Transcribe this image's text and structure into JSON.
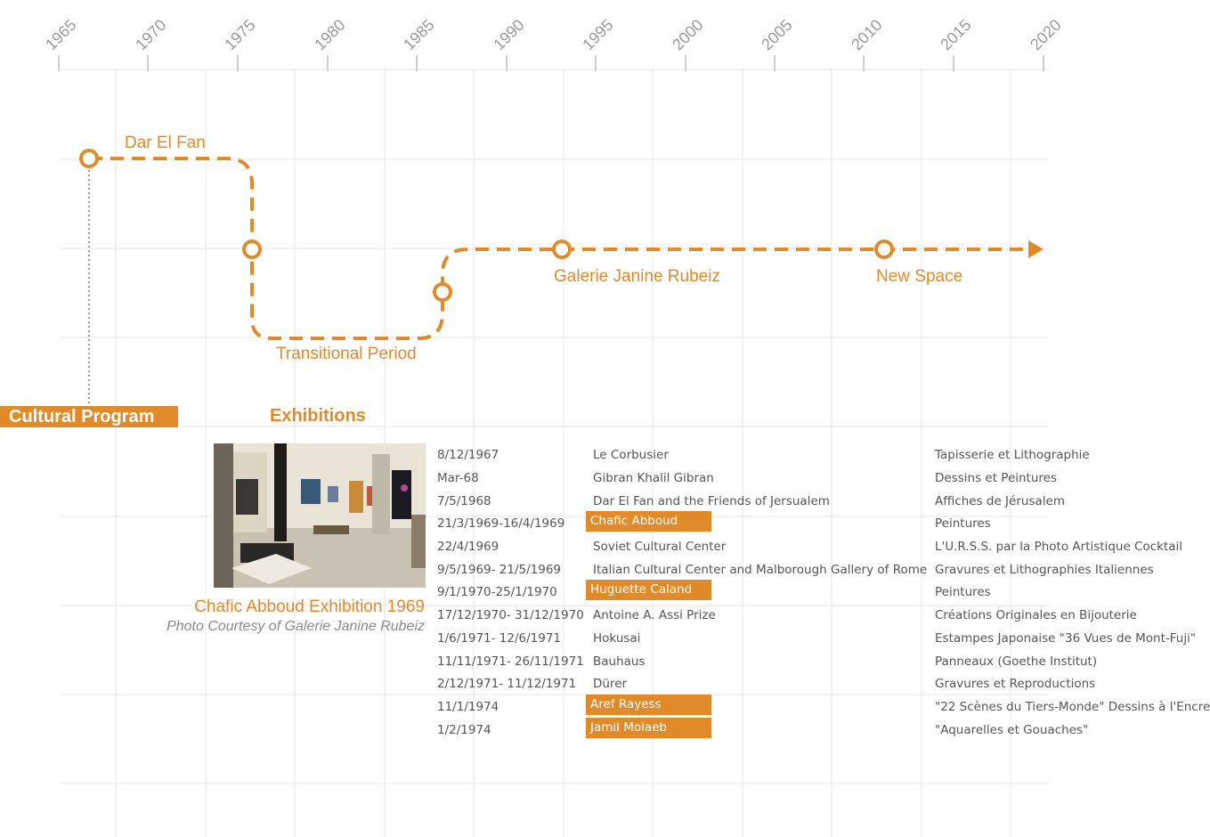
{
  "colors": {
    "accent": "#e08a2a",
    "grid": "#e6e6e6",
    "text": "#555555",
    "muted": "#9a9a9a"
  },
  "timeline": {
    "years": [
      "1965",
      "1970",
      "1975",
      "1980",
      "1985",
      "1990",
      "1995",
      "2000",
      "2005",
      "2010",
      "2015",
      "2020"
    ],
    "phases": [
      {
        "label": "Dar El Fan",
        "start_year": 1966.6
      },
      {
        "label": "Transitional Period",
        "start_year": 1975.7
      },
      {
        "label": "Galerie Janine Rubeiz",
        "start_year": 1993.2
      },
      {
        "label": "New Space",
        "start_year": 2011.2
      }
    ]
  },
  "sections": {
    "cultural_program": "Cultural Program",
    "exhibitions": "Exhibitions"
  },
  "photo": {
    "caption": "Chafic Abboud Exhibition 1969",
    "credit": "Photo Courtesy of Galerie Janine Rubeiz"
  },
  "exhibitions": [
    {
      "date": "8/12/1967",
      "artist": "Le Corbusier",
      "title": "Tapisserie et Lithographie",
      "highlight": false
    },
    {
      "date": "Mar-68",
      "artist": "Gibran Khalil Gibran",
      "title": "Dessins et Peintures",
      "highlight": false
    },
    {
      "date": "7/5/1968",
      "artist": "Dar El Fan and the Friends of Jersualem",
      "title": "Affiches de Jérusalem",
      "highlight": false
    },
    {
      "date": "21/3/1969-16/4/1969",
      "artist": "Chafic Abboud",
      "title": "Peintures",
      "highlight": true
    },
    {
      "date": "22/4/1969",
      "artist": "Soviet Cultural Center",
      "title": "L'U.R.S.S. par la Photo Artistique Cocktail",
      "highlight": false
    },
    {
      "date": "9/5/1969- 21/5/1969",
      "artist": "Italian Cultural Center and Malborough Gallery of Rome",
      "title": "Gravures et Lithographies Italiennes",
      "highlight": false
    },
    {
      "date": "9/1/1970-25/1/1970",
      "artist": "Huguette Caland",
      "title": "Peintures",
      "highlight": true
    },
    {
      "date": "17/12/1970- 31/12/1970",
      "artist": "Antoine A. Assi Prize",
      "title": "Créations Originales en Bijouterie",
      "highlight": false
    },
    {
      "date": "1/6/1971- 12/6/1971",
      "artist": "Hokusai",
      "title": "Estampes Japonaise \"36 Vues de Mont-Fuji\"",
      "highlight": false
    },
    {
      "date": "11/11/1971- 26/11/1971",
      "artist": "Bauhaus",
      "title": "Panneaux (Goethe Institut)",
      "highlight": false
    },
    {
      "date": "2/12/1971- 11/12/1971",
      "artist": "Dürer",
      "title": "Gravures et Reproductions",
      "highlight": false
    },
    {
      "date": "11/1/1974",
      "artist": "Aref Rayess",
      "title": "\"22 Scènes du Tiers-Monde\" Dessins à l'Encre",
      "highlight": true
    },
    {
      "date": "1/2/1974",
      "artist": "Jamil Molaeb",
      "title": "\"Aquarelles et Gouaches\"",
      "highlight": true
    }
  ]
}
